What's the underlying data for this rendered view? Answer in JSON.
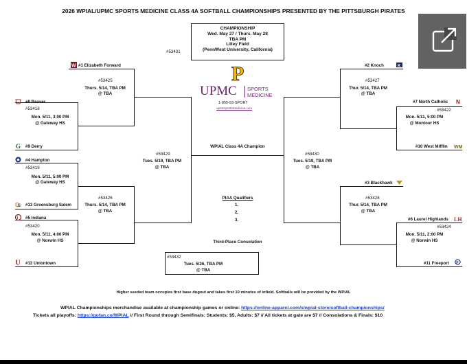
{
  "title": "2026 WPIAL/UPMC SPORTS MEDICINE CLASS 4A SOFTBALL CHAMPIONSHIPS PRESENTED BY THE PITTSBURGH PIRATES",
  "championship": {
    "heading": "CHAMPIONSHIP",
    "dates": "Wed. May 27 / Thurs. May 28",
    "time": "TBA PM",
    "venue": "Lilley Field",
    "venue_detail": "(PennWest University, California)",
    "game_id": "#53431"
  },
  "sponsor": {
    "logo_letter": "P",
    "name": "UPMC",
    "division_line1": "SPORTS",
    "division_line2": "MEDICINE",
    "phone": "1-855-93-SPORT",
    "url": "upmcsportsmedicine.com"
  },
  "left": {
    "teams": [
      {
        "label": "#1 Elizabeth Forward",
        "icon": "elizabeth-forward-logo-icon"
      },
      {
        "label": "#8 Beaver",
        "icon": "beaver-logo-icon"
      },
      {
        "label": "#9 Derry",
        "icon": "derry-logo-icon"
      },
      {
        "label": "#4 Hampton",
        "icon": "hampton-logo-icon"
      },
      {
        "label": "#13 Greensburg Salem",
        "icon": "greensburg-salem-logo-icon"
      },
      {
        "label": "#5 Indiana",
        "icon": "indiana-logo-icon"
      },
      {
        "label": "#12 Uniontown",
        "icon": "uniontown-logo-icon"
      }
    ],
    "first_round": [
      {
        "id": "#53418",
        "time": "Mon. 5/11, 3:00 PM",
        "site": "@ Gateway HS"
      },
      {
        "id": "#53419",
        "time": "Mon. 5/11, 5:00 PM",
        "site": "@ Gateway HS"
      },
      {
        "id": "#53420",
        "time": "Mon. 5/11, 4:00 PM",
        "site": "@ Norwin HS"
      }
    ],
    "quarters": [
      {
        "id": "#53425",
        "time": "Thurs. 5/14, TBA PM",
        "site": "@ TBA"
      },
      {
        "id": "#53426",
        "time": "Thurs. 5/14, TBA PM",
        "site": "@ TBA"
      }
    ],
    "semi": {
      "id": "#53429",
      "time": "Tues. 5/19, TBA PM",
      "site": "@ TBA"
    }
  },
  "right": {
    "teams": [
      {
        "label": "#2 Knoch",
        "icon": "knoch-logo-icon"
      },
      {
        "label": "#7 North Catholic",
        "icon": "north-catholic-logo-icon"
      },
      {
        "label": "#10 West Mifflin",
        "icon": "west-mifflin-logo-icon"
      },
      {
        "label": "#3 Blackhawk",
        "icon": "blackhawk-logo-icon"
      },
      {
        "label": "#6 Laurel Highlands",
        "icon": "laurel-highlands-logo-icon"
      },
      {
        "label": "#11 Freeport",
        "icon": "freeport-logo-icon"
      }
    ],
    "first_round": [
      {
        "id": "#53422",
        "time": "Mon. 5/11, 5:00 PM",
        "site": "@ Montour HS"
      },
      {
        "id": "#53424",
        "time": "Mon. 5/11, 2:00 PM",
        "site": "@ Norwin HS"
      }
    ],
    "quarters": [
      {
        "id": "#53427",
        "time": "Thur. 5/14, TBA PM",
        "site": "@ TBA"
      },
      {
        "id": "#53428",
        "time": "Thur. 5/14, TBA PM",
        "site": "@ TBA"
      }
    ],
    "semi": {
      "id": "#53430",
      "time": "Tues. 5/19, TBA PM",
      "site": "@ TBA"
    }
  },
  "center": {
    "champion_label": "WPIAL Class 4A Champion",
    "piaa_heading": "PIAA Qualifiers",
    "piaa_slots": [
      "1.",
      "2.",
      "3."
    ],
    "consolation_label": "Third-Place Consolation",
    "consolation": {
      "id": "#53432",
      "time": "Tues. 5/26, TBA PM",
      "site": "@ TBA"
    }
  },
  "footer": {
    "note": "Higher seeded team occupies first base dugout and takes first 10 minutes of infield. Softballs will be provided by the WPIAL",
    "merch_text": "WPIAL Championships merchandise available at championship games or online: ",
    "merch_link": "https://online-apparel.com/s/wpial-store/softball-championships/",
    "tickets_prefix": "Tickets all playoffs: ",
    "tickets_link": "https://gofan.co/WPIAL",
    "tickets_suffix": " // First Round through Semifinals: Students: $5, Adults: $7 // All tickets at gate are $7 // Consolations & Finals: $10"
  },
  "colors": {
    "upmc_purple": "#6b1f6e",
    "pirates_gold": "#f8b800",
    "link_blue": "#1a3fcf"
  },
  "overlay": {
    "icon": "open-external-icon"
  }
}
